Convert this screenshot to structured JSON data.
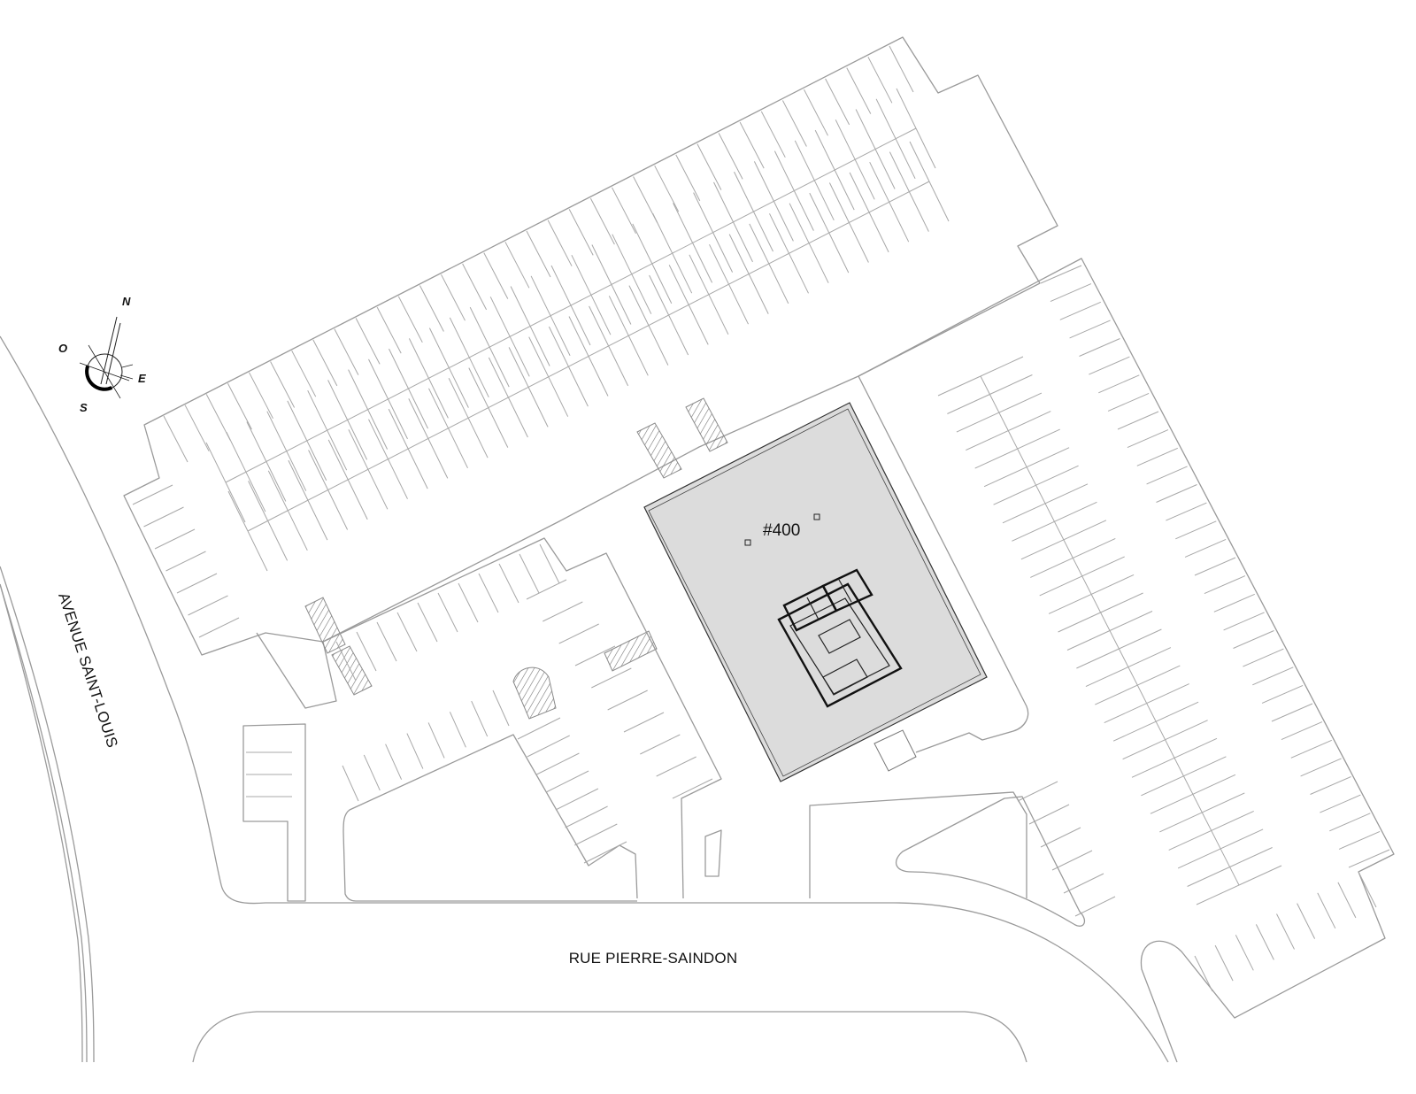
{
  "streets": {
    "south": "RUE PIERRE-SAINDON",
    "west": "AVENUE SAINT-LOUIS"
  },
  "building": {
    "unit_label": "#400",
    "fill_color": "#dcdcdc"
  },
  "compass": {
    "north": "N",
    "east": "E",
    "south": "S",
    "west": "O"
  },
  "icons": [
    "compass-rose-icon"
  ]
}
